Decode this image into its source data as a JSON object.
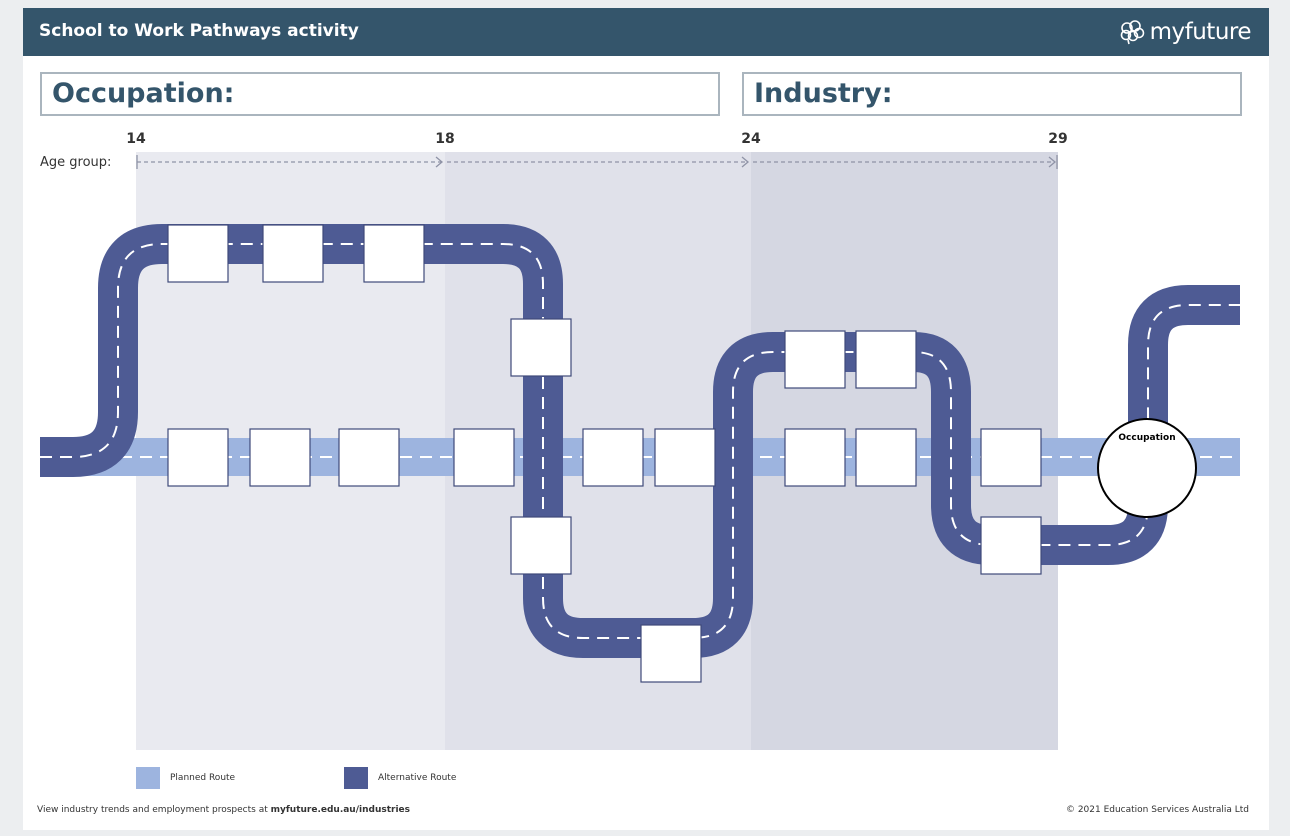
{
  "header": {
    "title": "School to Work Pathways activity",
    "brand_name": "myfuture",
    "brand_icon": "brain-icon",
    "background": "#34556b"
  },
  "fields": {
    "occupation_label": "Occupation:",
    "industry_label": "Industry:"
  },
  "age_axis": {
    "label": "Age group:",
    "ticks": [
      "14",
      "18",
      "24",
      "29"
    ]
  },
  "routes": {
    "planned_color": "#9db4df",
    "alternative_color": "#4e5b94"
  },
  "destination": {
    "label": "Occupation"
  },
  "legend": {
    "planned_label": "Planned Route",
    "alternative_label": "Alternative Route"
  },
  "footer": {
    "left_text": "View industry trends and employment prospects at ",
    "left_link": "myfuture.edu.au/industries",
    "right_text": "© 2021 Education Services Australia Ltd"
  }
}
